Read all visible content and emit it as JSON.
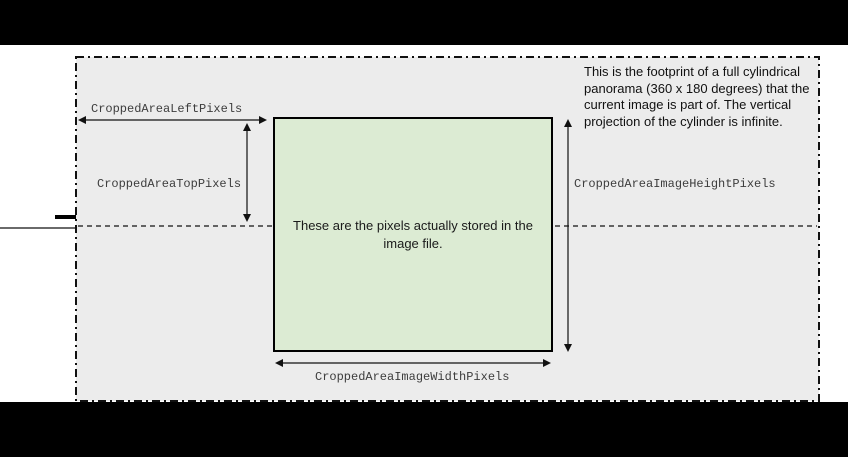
{
  "labels": {
    "cropped_left": "CroppedAreaLeftPixels",
    "cropped_top": "CroppedAreaTopPixels",
    "cropped_height": "CroppedAreaImageHeightPixels",
    "cropped_width": "CroppedAreaImageWidthPixels"
  },
  "image_box": {
    "note": "These are the pixels actually stored in the image file."
  },
  "footprint_note": "This is the footprint of a full cylindrical panorama (360 x 180 degrees) that the current image is part of.  The vertical projection of the cylinder is infinite.",
  "colors": {
    "panorama_fill": "#ececec",
    "image_fill": "#dcebd3",
    "line": "#111111",
    "background": "#000000"
  }
}
